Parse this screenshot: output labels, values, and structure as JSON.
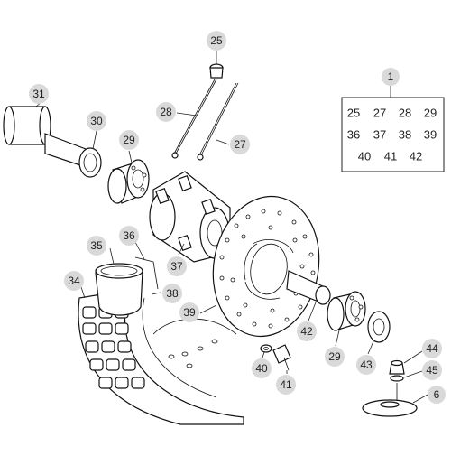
{
  "diagram": {
    "callouts": [
      {
        "id": "c1",
        "label": "1"
      },
      {
        "id": "c25",
        "label": "25"
      },
      {
        "id": "c27",
        "label": "27"
      },
      {
        "id": "c28",
        "label": "28"
      },
      {
        "id": "c29a",
        "label": "29"
      },
      {
        "id": "c29b",
        "label": "29"
      },
      {
        "id": "c30",
        "label": "30"
      },
      {
        "id": "c31",
        "label": "31"
      },
      {
        "id": "c34",
        "label": "34"
      },
      {
        "id": "c35",
        "label": "35"
      },
      {
        "id": "c36",
        "label": "36"
      },
      {
        "id": "c37",
        "label": "37"
      },
      {
        "id": "c38",
        "label": "38"
      },
      {
        "id": "c39",
        "label": "39"
      },
      {
        "id": "c40",
        "label": "40"
      },
      {
        "id": "c41",
        "label": "41"
      },
      {
        "id": "c42",
        "label": "42"
      },
      {
        "id": "c43",
        "label": "43"
      },
      {
        "id": "c44",
        "label": "44"
      },
      {
        "id": "c45",
        "label": "45"
      },
      {
        "id": "c6",
        "label": "6"
      }
    ],
    "kit_box": {
      "rows": [
        [
          "25",
          "27",
          "28",
          "29"
        ],
        [
          "36",
          "37",
          "38",
          "39"
        ],
        [
          "40",
          "41",
          "42"
        ]
      ]
    }
  }
}
